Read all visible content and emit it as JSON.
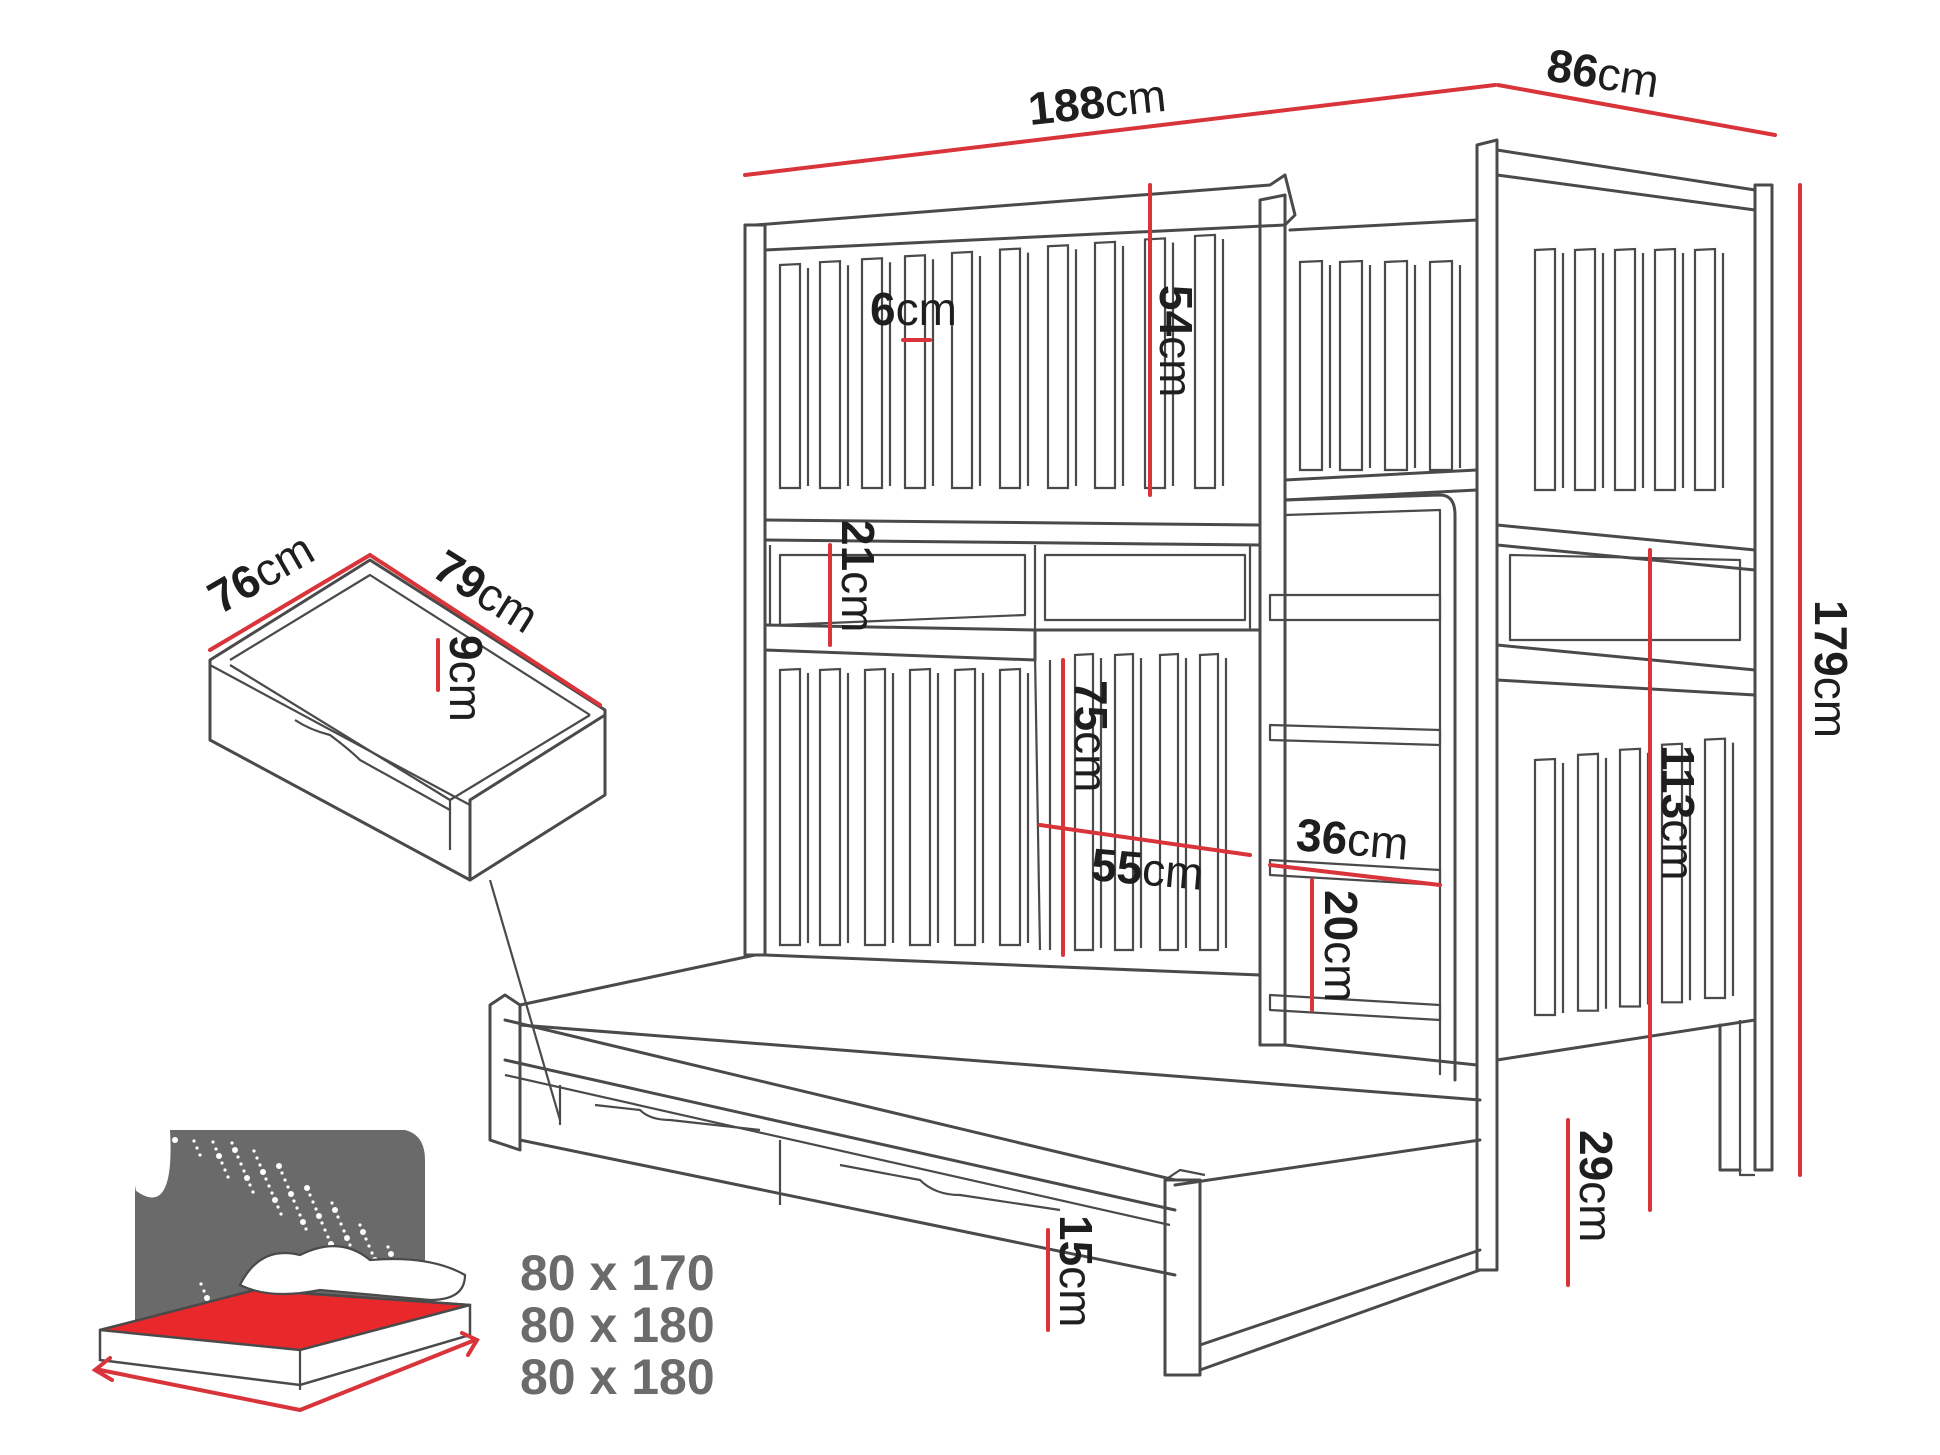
{
  "dimensions": {
    "bed_length": {
      "value": "188",
      "unit": "cm"
    },
    "bed_depth": {
      "value": "86",
      "unit": "cm"
    },
    "total_height": {
      "value": "179",
      "unit": "cm"
    },
    "slat_width": {
      "value": "6",
      "unit": "cm"
    },
    "upper_rail_height": {
      "value": "54",
      "unit": "cm"
    },
    "gap_height": {
      "value": "21",
      "unit": "cm"
    },
    "lower_rail_height": {
      "value": "75",
      "unit": "cm"
    },
    "entry_width": {
      "value": "55",
      "unit": "cm"
    },
    "ladder_width": {
      "value": "36",
      "unit": "cm"
    },
    "ladder_step_spacing": {
      "value": "20",
      "unit": "cm"
    },
    "lower_bed_clearance": {
      "value": "113",
      "unit": "cm"
    },
    "trundle_clearance": {
      "value": "29",
      "unit": "cm"
    },
    "trundle_height": {
      "value": "15",
      "unit": "cm"
    },
    "drawer_depth": {
      "value": "76",
      "unit": "cm"
    },
    "drawer_width": {
      "value": "79",
      "unit": "cm"
    },
    "drawer_height": {
      "value": "9",
      "unit": "cm"
    }
  },
  "mattress_sizes": [
    "80 x 170",
    "80 x 180",
    "80 x 180"
  ],
  "colors": {
    "dimension_line": "#d9343a",
    "outline": "#4a4a4a",
    "mattress": "#e8282b",
    "night_panel": "#6a6a6a"
  },
  "icons": [
    "drawer-illustration",
    "mattress-icon",
    "starry-night-icon",
    "bunk-bed-drawing"
  ]
}
